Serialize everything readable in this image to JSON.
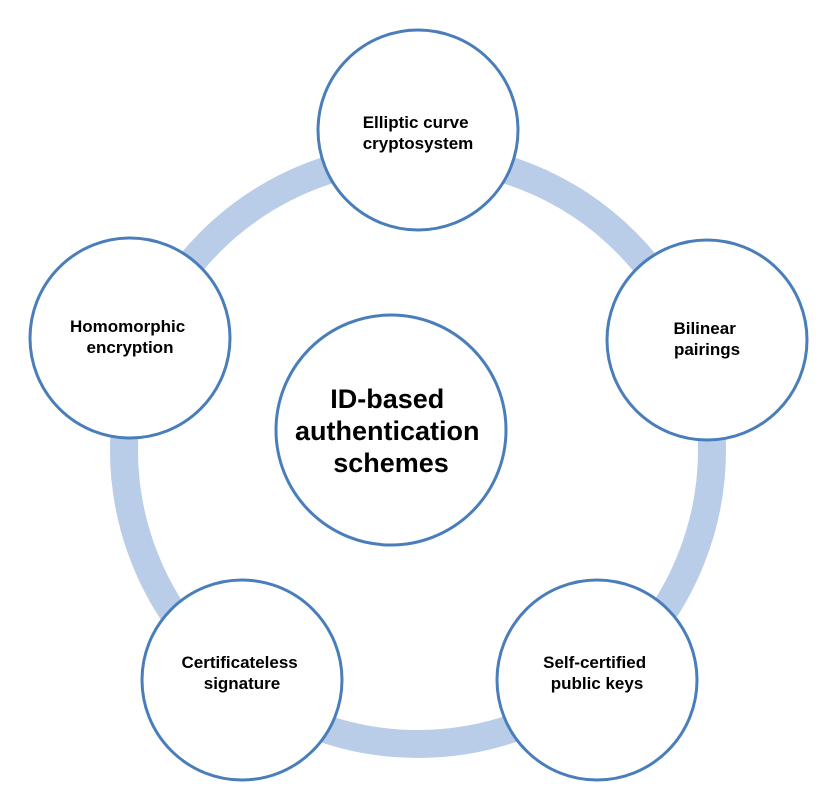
{
  "diagram": {
    "center": {
      "lines": [
        "ID-based",
        "authentication",
        "schemes"
      ]
    },
    "nodes": [
      {
        "id": "elliptic-curve",
        "lines": [
          "Elliptic curve",
          "cryptosystem"
        ]
      },
      {
        "id": "bilinear-pairings",
        "lines": [
          "Bilinear",
          "pairings"
        ]
      },
      {
        "id": "self-certified",
        "lines": [
          "Self-certified",
          "public keys"
        ]
      },
      {
        "id": "certificateless",
        "lines": [
          "Certificateless",
          "signature"
        ]
      },
      {
        "id": "homomorphic",
        "lines": [
          "Homomorphic",
          "encryption"
        ]
      }
    ],
    "colors": {
      "ring": "#b9cde9",
      "circle_stroke": "#4a7ebb",
      "circle_fill": "#ffffff",
      "text": "#000000"
    }
  }
}
